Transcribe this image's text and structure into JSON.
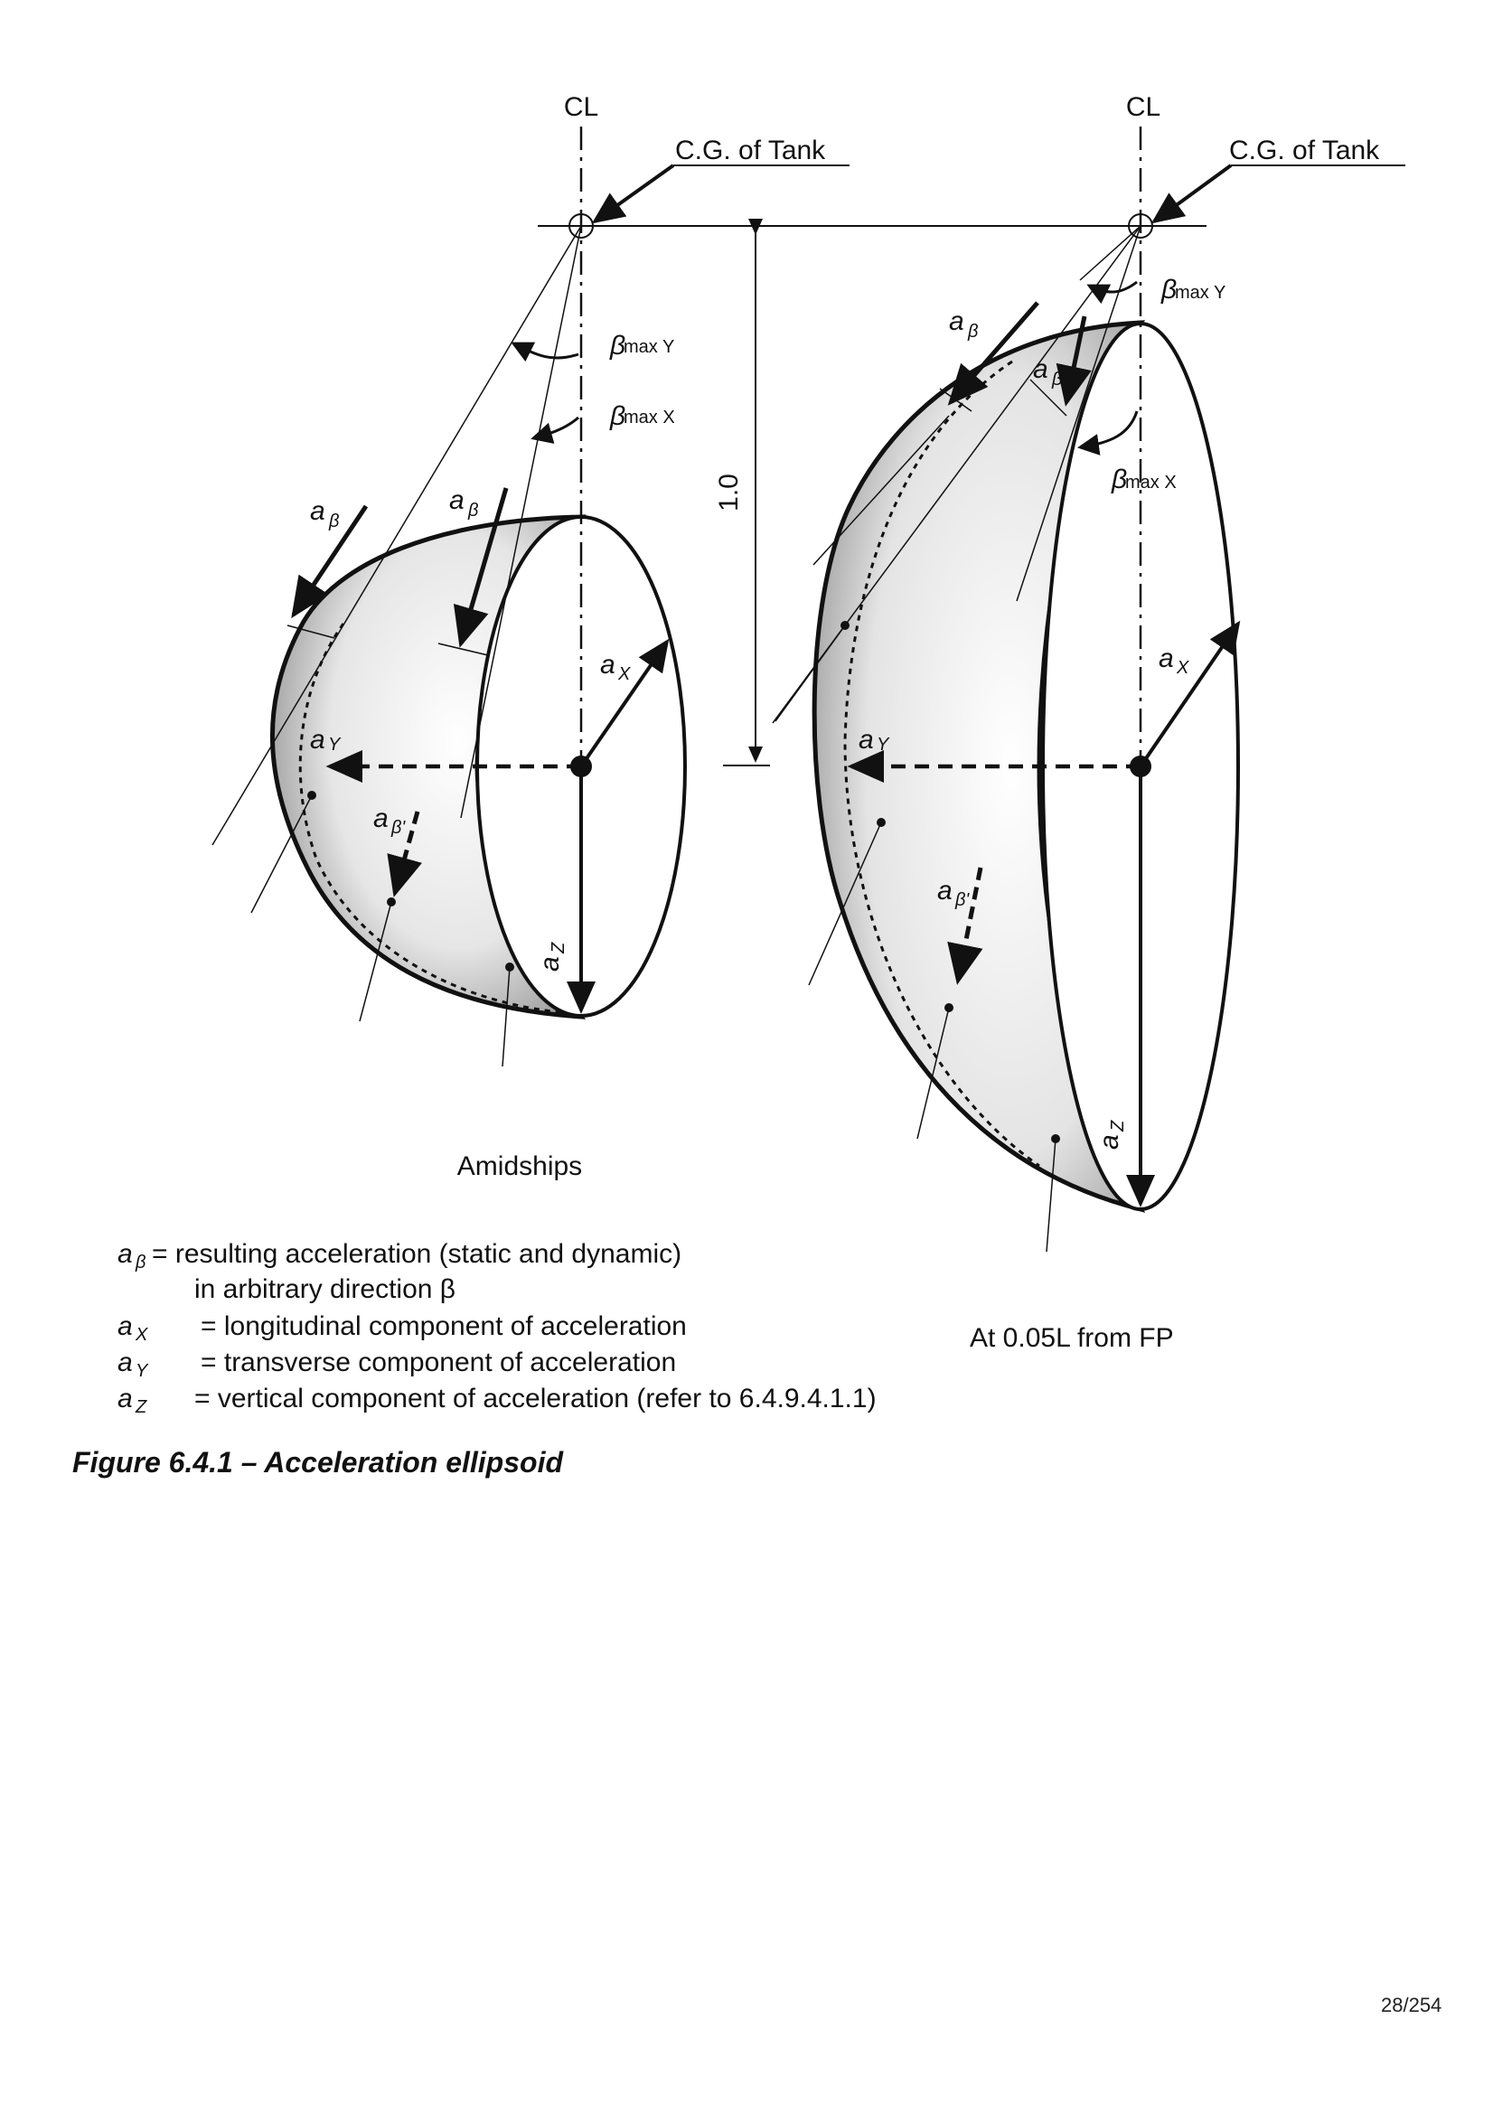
{
  "figure": {
    "centerline": "CL",
    "cg_label": "C.G. of Tank",
    "beta_max_y": "max Y",
    "beta_max_x": "max X",
    "beta_symbol": "β",
    "dim_value": "1.0",
    "a": "a",
    "sub_x": "X",
    "sub_y": "Y",
    "sub_z": "Z",
    "sub_beta": "β",
    "sub_beta_prime": "β'",
    "caption_left": "Amidships",
    "caption_right": "At 0.05L from FP"
  },
  "legend": {
    "items": [
      {
        "sym": "a",
        "sub": "β",
        "text": " =  resulting acceleration   (static and dynamic)"
      },
      {
        "sym": "",
        "sub": "",
        "text": "in   arbitrary direction β"
      },
      {
        "sym": "a",
        "sub": "X",
        "text": "= longitudinal component of acceleration"
      },
      {
        "sym": "a",
        "sub": "Y",
        "text": "= transverse component of acceleration"
      },
      {
        "sym": "a",
        "sub": "Z",
        "text": "= vertical component of acceleration (refer to 6.4.9.4.1.1)"
      }
    ]
  },
  "caption": "Figure 6.4.1 – Acceleration ellipsoid",
  "page_number": "28/254"
}
